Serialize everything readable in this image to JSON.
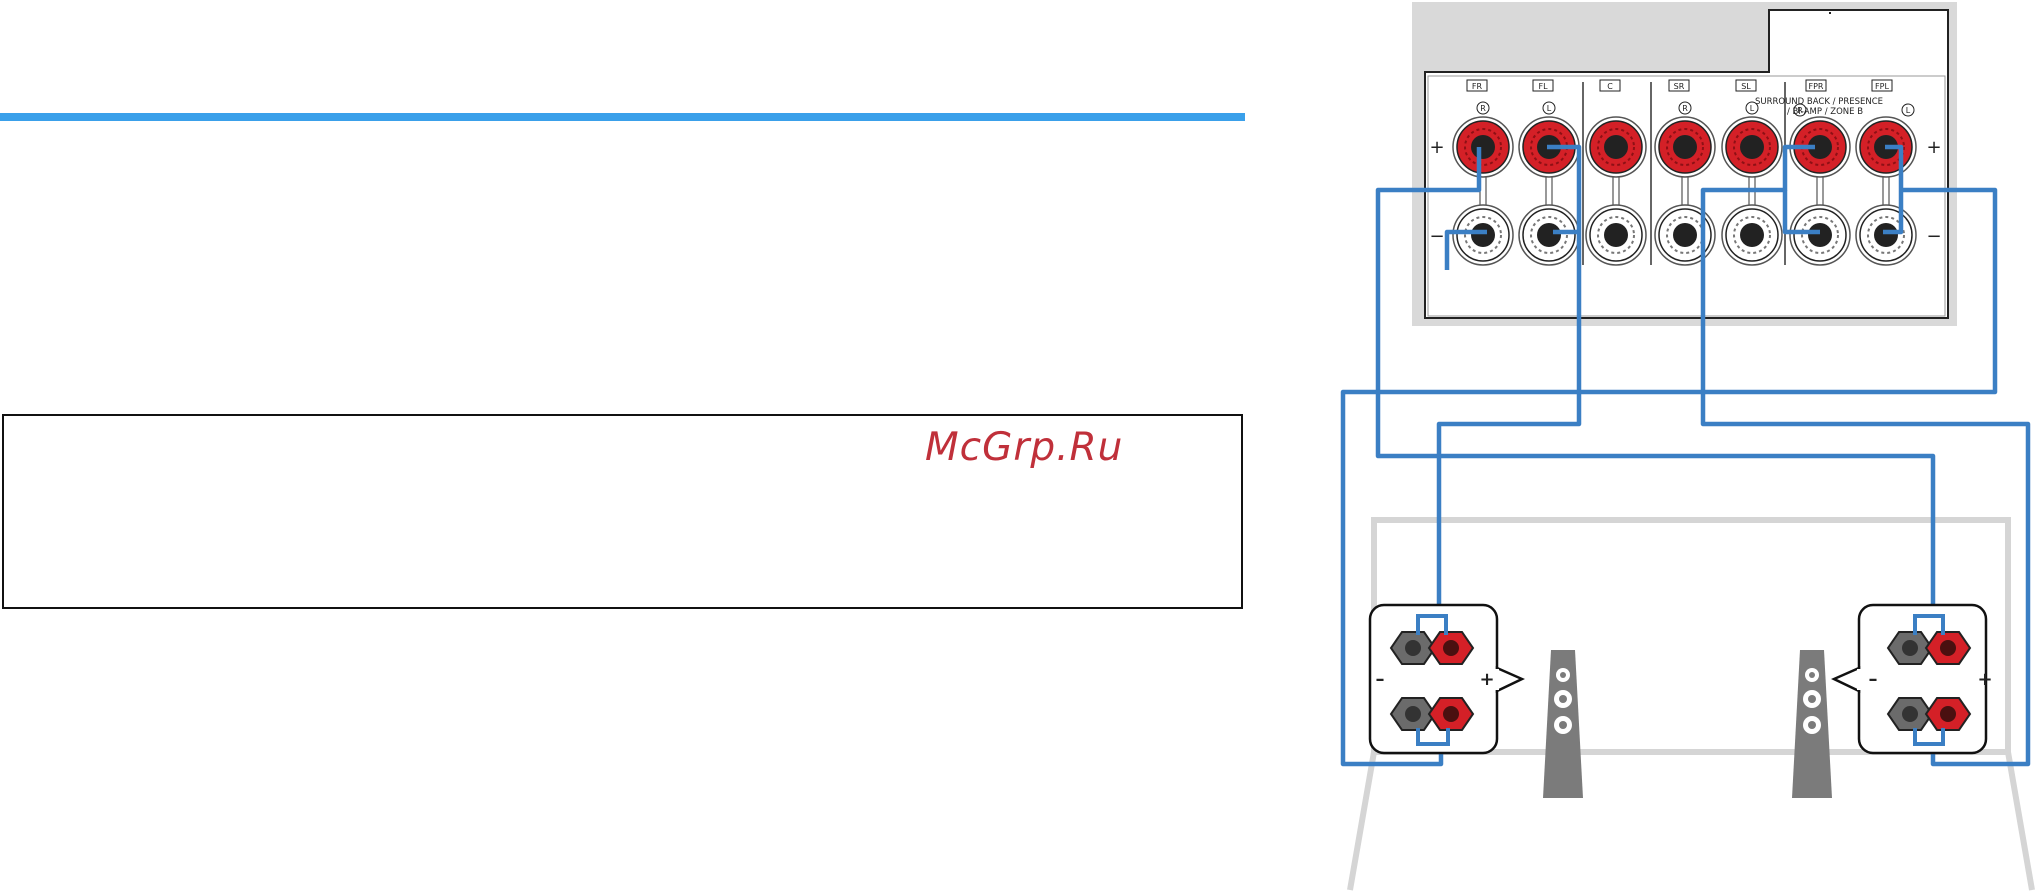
{
  "watermark": {
    "text": "McGrp.Ru"
  },
  "receiver": {
    "channel_labels": [
      "FR",
      "FL",
      "C",
      "SR",
      "SL",
      "FPR",
      "FPL"
    ],
    "side_labels": [
      "R",
      "L",
      "",
      "R",
      "L",
      "R",
      "L"
    ],
    "zone_text_line1": "SURROUND BACK / PRESENCE",
    "zone_text_line2": "/ BI-AMP / ZONE B",
    "plus_sign": "+",
    "minus_sign": "−"
  },
  "speaker_panels": {
    "plus_sign": "+",
    "minus_sign": "–"
  },
  "colors": {
    "accent_rule": "#3aa0ea",
    "cable": "#3b7fc4",
    "terminal_red": "#d42027",
    "terminal_gray": "#6b6b6b",
    "speaker_body": "#7b7b7b",
    "room_outline": "#d5d5d5",
    "receiver_panel": "#d9d9d9",
    "watermark": "#c0303a"
  }
}
